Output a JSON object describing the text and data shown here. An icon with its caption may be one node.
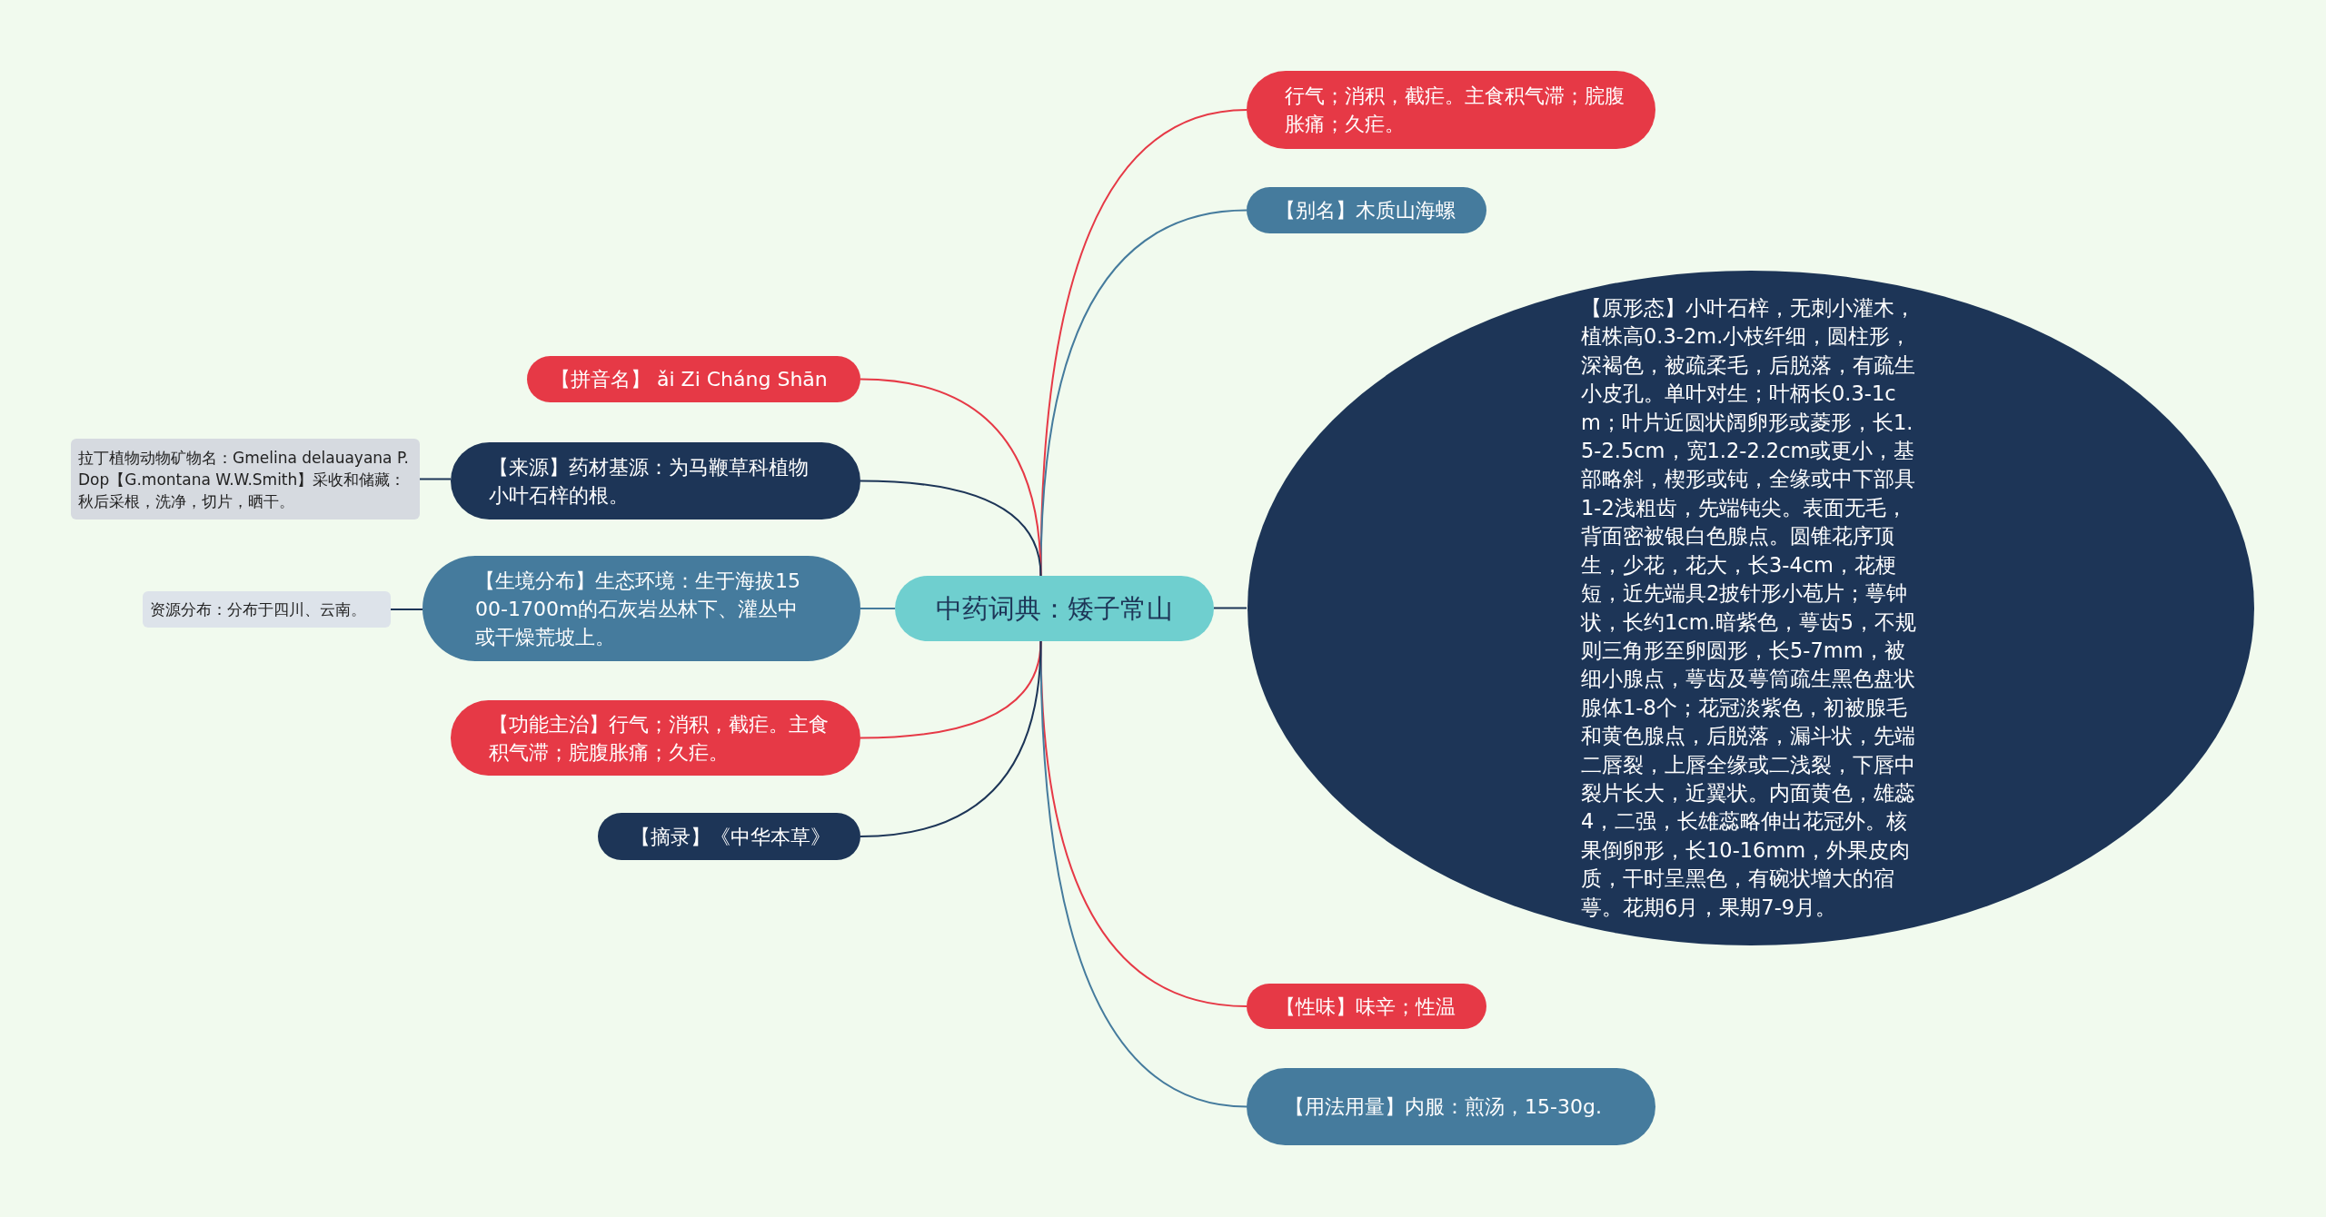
{
  "diagram": {
    "nodes": [
      {
        "text": [
          "中药词典：矮子常山"
        ]
      },
      {
        "text": [
          "行气；消积，截疟。主食积气滞；脘腹胀痛；久疟。"
        ]
      },
      {
        "text": [
          "【别名】木质山海螺"
        ]
      },
      {
        "text": [
          "【原形态】小叶石梓，无刺小灌木，植株高0.3-2m.小枝纤细，圆柱形，深褐色，被疏柔毛，后脱落，有疏生小皮孔。单叶对生；叶柄长0.3-1cm；叶片近圆状阔卵形或菱形，长1.5-2.5cm，宽1.2-2.2cm或更小，基部略斜，楔形或钝，全缘或中下部具1-2浅粗齿，先端钝尖。表面无毛，背面密被银白色腺点。圆锥花序顶生，少花，花大，长3-4cm，花梗短，近先端具2披针形小苞片；萼钟状，长约1cm.暗紫色，萼齿5，不规则三角形至卵圆形，长5-7mm，被细小腺点，萼齿及萼筒疏生黑色盘状腺体1-8个；花冠淡紫色，初被腺毛和黄色腺点，后脱落，漏斗状，先端二唇裂，上唇全缘或二浅裂，下唇中裂片长大，近翼状。内面黄色，雄蕊4，二强，长雄蕊略伸出花冠外。核果倒卵形，长10-16mm，外果皮肉质，干时呈黑色，有碗状增大的宿萼。花期6月，果期7-9月。"
        ]
      },
      {
        "text": [
          "【性味】味辛；性温"
        ]
      },
      {
        "text": [
          "【用法用量】内服：煎汤，15-30g."
        ]
      },
      {
        "text": [
          "【拼音名】 ǎi Zi Cháng Shān"
        ]
      },
      {
        "text": [
          "【来源】药材基源：为马鞭草科植物小叶石梓的根。"
        ]
      },
      {
        "text": [
          "拉丁植物动物矿物名：Gmelina delauayana P.Dop【G.montana W.W.Smith】采收和储藏：秋后采根，洗净，切片，晒干。"
        ]
      },
      {
        "text": [
          "【生境分布】生态环境：生于海拔1500-1700m的石灰岩丛林下、灌丛中或干燥荒坡上。"
        ]
      },
      {
        "text": [
          "资源分布：分布于四川、云南。"
        ]
      },
      {
        "text": [
          "【功能主治】行气；消积，截疟。主食积气滞；脘腹胀痛；久疟。"
        ]
      },
      {
        "text": [
          "【摘录】《中华本草》"
        ]
      }
    ],
    "edges": [
      {
        "from": 0,
        "to": 1,
        "arrow": "none",
        "color": "#e63946"
      },
      {
        "from": 0,
        "to": 2,
        "arrow": "none",
        "color": "#457b9d"
      },
      {
        "from": 0,
        "to": 3,
        "arrow": "none",
        "color": "#1d3557"
      },
      {
        "from": 0,
        "to": 4,
        "arrow": "none",
        "color": "#e63946"
      },
      {
        "from": 0,
        "to": 5,
        "arrow": "none",
        "color": "#457b9d"
      },
      {
        "from": 0,
        "to": 6,
        "arrow": "none",
        "color": "#e63946"
      },
      {
        "from": 0,
        "to": 7,
        "arrow": "none",
        "color": "#1d3557"
      },
      {
        "from": 7,
        "to": 8,
        "arrow": "none",
        "color": "#1d3557"
      },
      {
        "from": 0,
        "to": 9,
        "arrow": "none",
        "color": "#457b9d"
      },
      {
        "from": 9,
        "to": 10,
        "arrow": "none",
        "color": "#1d3557"
      },
      {
        "from": 0,
        "to": 11,
        "arrow": "none",
        "color": "#e63946"
      },
      {
        "from": 0,
        "to": 12,
        "arrow": "none",
        "color": "#1d3557"
      }
    ]
  }
}
